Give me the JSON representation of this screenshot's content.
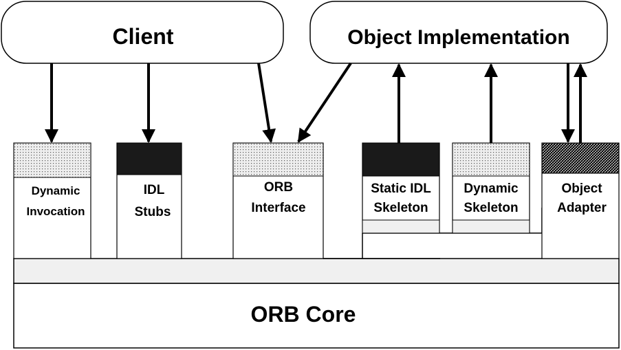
{
  "colors": {
    "stroke": "#000000",
    "background": "#ffffff",
    "band": "#f0f0f0",
    "stub_fill": "#1a1a1a",
    "dot_fill": "#e6e6e6",
    "hatch_fill": "#3a3a3a"
  },
  "header_boxes": {
    "client": {
      "label": "Client"
    },
    "object_implementation": {
      "label": "Object Implementation"
    }
  },
  "components": {
    "dynamic_invocation": {
      "line1": "Dynamic",
      "line2": "Invocation",
      "header_pattern": "dotted"
    },
    "idl_stubs": {
      "line1": "IDL",
      "line2": "Stubs",
      "header_pattern": "solid-black"
    },
    "orb_interface": {
      "line1": "ORB",
      "line2": "Interface",
      "header_pattern": "dotted"
    },
    "static_idl_skeleton": {
      "line1": "Static IDL",
      "line2": "Skeleton",
      "header_pattern": "solid-black"
    },
    "dynamic_skeleton": {
      "line1": "Dynamic",
      "line2": "Skeleton",
      "header_pattern": "dotted"
    },
    "object_adapter": {
      "line1": "Object",
      "line2": "Adapter",
      "header_pattern": "hatched"
    }
  },
  "core": {
    "label": "ORB Core"
  }
}
